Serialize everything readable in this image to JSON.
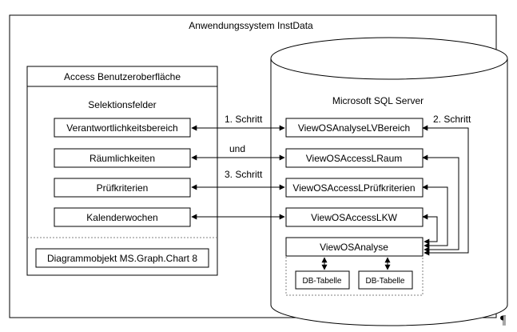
{
  "diagram": {
    "outer_title": "Anwendungssystem InstData",
    "access": {
      "title": "Access Benutzeroberfläche",
      "section": "Selektionsfelder",
      "fields": [
        "Verantwortlichkeitsbereich",
        "Räumlichkeiten",
        "Prüfkriterien",
        "Kalenderwochen"
      ],
      "chart_object": "Diagrammobjekt MS.Graph.Chart 8"
    },
    "server": {
      "title": "Microsoft SQL Server",
      "views": [
        "ViewOSAnalyseLVBereich",
        "ViewOSAccessLRaum",
        "ViewOSAccessLPrüfkriterien",
        "ViewOSAccessLKW"
      ],
      "analyse_view": "ViewOSAnalyse",
      "tables": [
        "DB-Tabelle",
        "DB-Tabelle"
      ]
    },
    "steps": {
      "step1": "1. Schritt",
      "and": "und",
      "step3": "3. Schritt",
      "step2": "2. Schritt"
    }
  },
  "pilcrow": "¶"
}
